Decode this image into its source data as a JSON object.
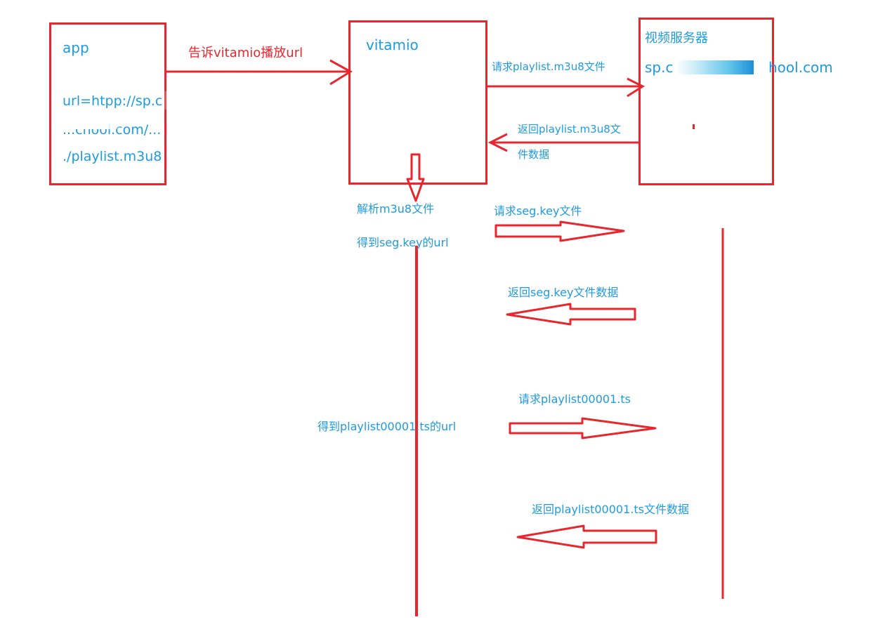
{
  "colors": {
    "stroke": "#e8262d",
    "label": "#1e9be0"
  },
  "boxes": {
    "app": {
      "title": "app",
      "url_line1": "url=htpp://sp.c",
      "url_line2": "...chool.com/...",
      "url_line3": "./playlist.m3u8"
    },
    "vitamio": {
      "title": "vitamio"
    },
    "server": {
      "title": "视频服务器",
      "host_prefix": "sp.c",
      "host_suffix": "hool.com"
    }
  },
  "messages": {
    "tell_vitamio": "告诉vitamio播放url",
    "request_playlist": "请求playlist.m3u8文件",
    "return_playlist_1": "返回playlist.m3u8文",
    "return_playlist_2": "件数据",
    "parse_m3u8": "解析m3u8文件",
    "get_seg_key_url": "得到seg.key的url",
    "request_seg_key": "请求seg.key文件",
    "return_seg_key": "返回seg.key文件数据",
    "request_ts": "请求playlist00001.ts",
    "get_ts_url": "得到playlist00001.ts的url",
    "return_ts": "返回playlist00001.ts文件数据"
  }
}
